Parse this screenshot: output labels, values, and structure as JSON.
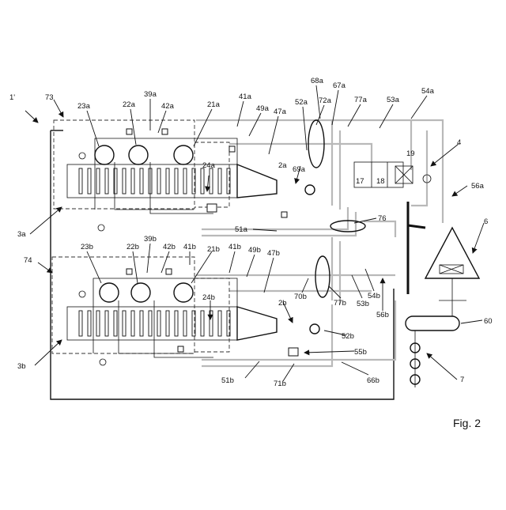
{
  "figure": {
    "caption": "Fig. 2",
    "labels": {
      "l1p": "1'",
      "l73": "73",
      "l23a": "23a",
      "l22a": "22a",
      "l39a": "39a",
      "l42a": "42a",
      "l21a": "21a",
      "l41a": "41a",
      "l49a": "49a",
      "l47a": "47a",
      "l52a": "52a",
      "l68a": "68a",
      "l72a": "72a",
      "l67a": "67a",
      "l77a": "77a",
      "l53a": "53a",
      "l54a": "54a",
      "l4": "4",
      "l19": "19",
      "l17": "17",
      "l18": "18",
      "l56a": "56a",
      "l2a": "2a",
      "l69a": "69a",
      "l24a": "24a",
      "l3a": "3a",
      "l76": "76",
      "l51a": "51a",
      "l6": "6",
      "l74": "74",
      "l23b": "23b",
      "l22b": "22b",
      "l39b": "39b",
      "l42b": "42b",
      "l41b_1": "41b",
      "l21b": "21b",
      "l41b_2": "41b",
      "l49b": "49b",
      "l47b": "47b",
      "l70b": "70b",
      "l77b": "77b",
      "l53b": "53b",
      "l54b": "54b",
      "l56b": "56b",
      "l2b": "2b",
      "l24b": "24b",
      "l52b": "52b",
      "l55b": "55b",
      "l60": "60",
      "l3b": "3b",
      "l51b": "51b",
      "l71b": "71b",
      "l66b": "66b",
      "l7": "7"
    }
  }
}
